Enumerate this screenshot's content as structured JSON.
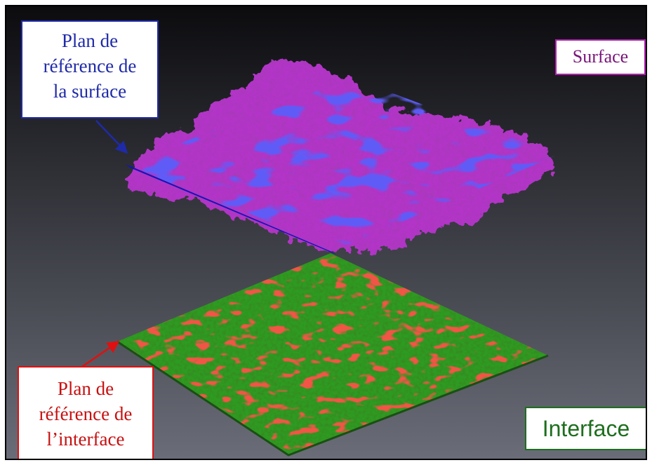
{
  "labels": {
    "reference_plane_surface": [
      "Plan de",
      "référence de",
      "la surface"
    ],
    "reference_plane_interface": [
      "Plan de",
      "référence de",
      "l’interface"
    ],
    "surface": "Surface",
    "interface": "Interface"
  },
  "colors": {
    "background_top": "#0c0c0f",
    "background_bottom": "#6a6d78",
    "surface_plane": "#1c1cf2",
    "surface_rough": "#b236c8",
    "interface_plane": "#e0180f",
    "interface_rough": "#2f9a22",
    "surface_arrow": "#1f2aa8",
    "interface_arrow": "#e01010"
  }
}
